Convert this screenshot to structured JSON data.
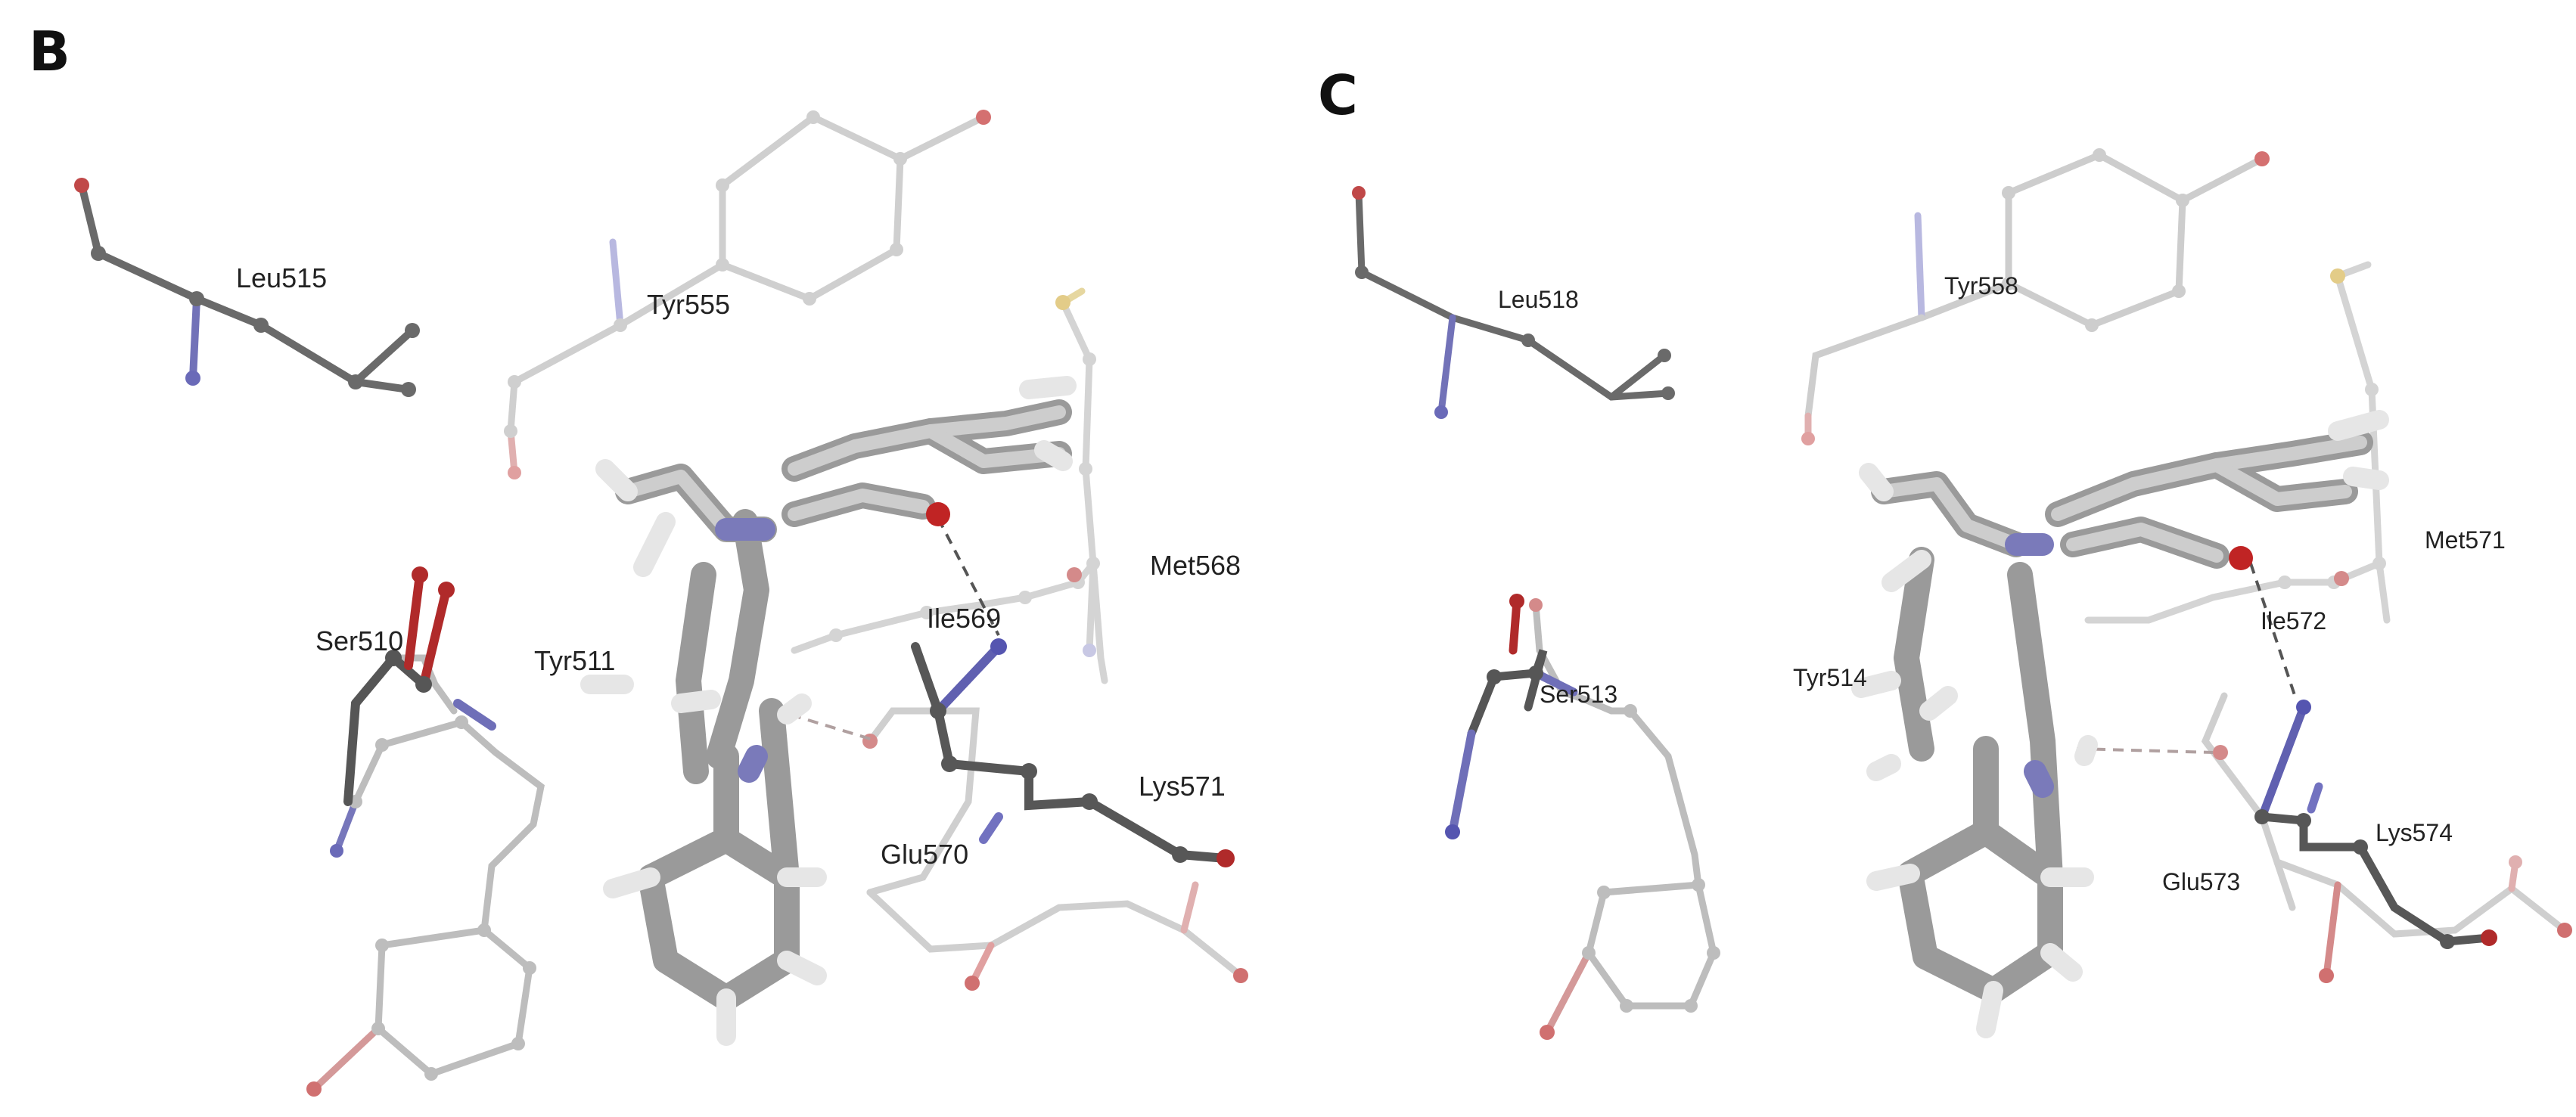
{
  "panels": [
    {
      "letter": "B",
      "residues": {
        "leu": "Leu515",
        "tyr_top": "Tyr555",
        "met": "Met568",
        "ile": "Ile569",
        "ser": "Ser510",
        "tyr_left": "Tyr511",
        "lys": "Lys571",
        "glu": "Glu570"
      }
    },
    {
      "letter": "C",
      "residues": {
        "leu": "Leu518",
        "tyr_top": "Tyr558",
        "met": "Met571",
        "ile": "Ile572",
        "ser": "Ser513",
        "tyr_left": "Tyr514",
        "lys": "Lys574",
        "glu": "Glu573"
      }
    }
  ],
  "colors": {
    "carbon_dark": "#5f5f5f",
    "carbon_light": "#c4c4c4",
    "nitrogen": "#6f6fb8",
    "oxygen": "#c42f2f",
    "sulfur": "#d8c47a",
    "hydrogen": "#e2e2e2",
    "hbond": "#555555"
  }
}
